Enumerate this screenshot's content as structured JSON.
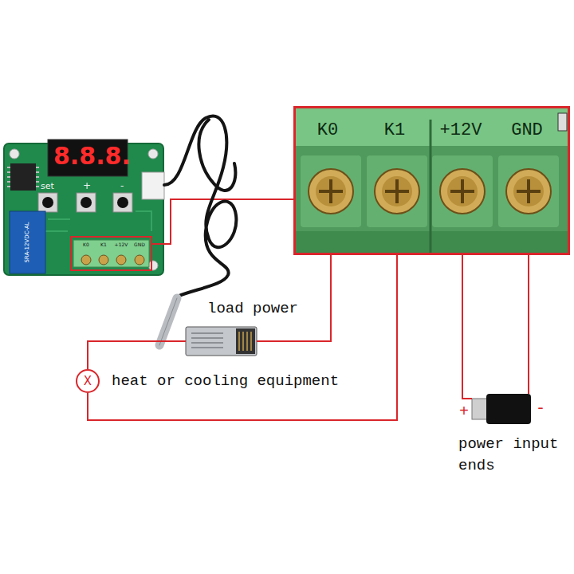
{
  "diagram": {
    "nodes": [
      {
        "text": [
          "K0",
          "K1",
          "+12V",
          "GND"
        ]
      },
      {
        "text": [
          "load power"
        ]
      },
      {
        "text": [
          "X",
          "heat or cooling equipment"
        ]
      },
      {
        "text": [
          "+",
          "-",
          "power input ends"
        ]
      }
    ],
    "edges": [
      {
        "from": 0,
        "to": 1,
        "arrow": "none"
      },
      {
        "from": 1,
        "to": 2,
        "arrow": "none"
      },
      {
        "from": 2,
        "to": 0,
        "arrow": "none"
      },
      {
        "from": 0,
        "to": 3,
        "arrow": "none"
      },
      {
        "from": 0,
        "to": 3,
        "arrow": "none"
      }
    ],
    "labels": [
      "8.8.8.",
      "set",
      "+",
      "-",
      "SRA-12VDC-AL",
      "K0",
      "K1",
      "+12V",
      "GND"
    ]
  }
}
